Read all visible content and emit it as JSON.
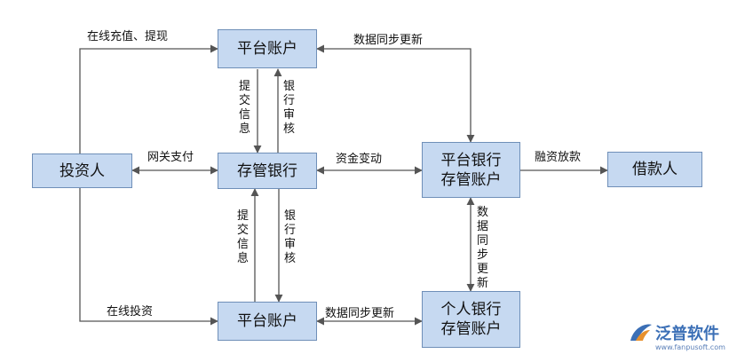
{
  "nodes": {
    "investor": "投资人",
    "platform_account_top": "平台账户",
    "custody_bank": "存管银行",
    "platform_bank_custody": [
      "平台银行",
      "存管账户"
    ],
    "borrower": "借款人",
    "platform_account_bottom": "平台账户",
    "personal_bank_custody": [
      "个人银行",
      "存管账户"
    ]
  },
  "edges": {
    "online_recharge": "在线充值、提现",
    "data_sync_top": "数据同步更新",
    "submit_info_top": "提交信息",
    "bank_review_top": "银行审核",
    "gateway_pay": "网关支付",
    "fund_change": "资金变动",
    "financing_loan": "融资放款",
    "data_sync_right": "数据同步更新",
    "submit_info_bottom": "提交信息",
    "bank_review_bottom": "银行审核",
    "online_invest": "在线投资",
    "data_sync_bottom": "数据同步更新"
  },
  "watermark": {
    "name": "泛普软件",
    "url": "www.fanpusoft.com",
    "icon": "fanpu-logo-icon"
  },
  "colors": {
    "box_fill": "#c6d9f1",
    "box_border": "#6f8fb8",
    "line": "#555555",
    "brand": "#3b6fb6"
  }
}
